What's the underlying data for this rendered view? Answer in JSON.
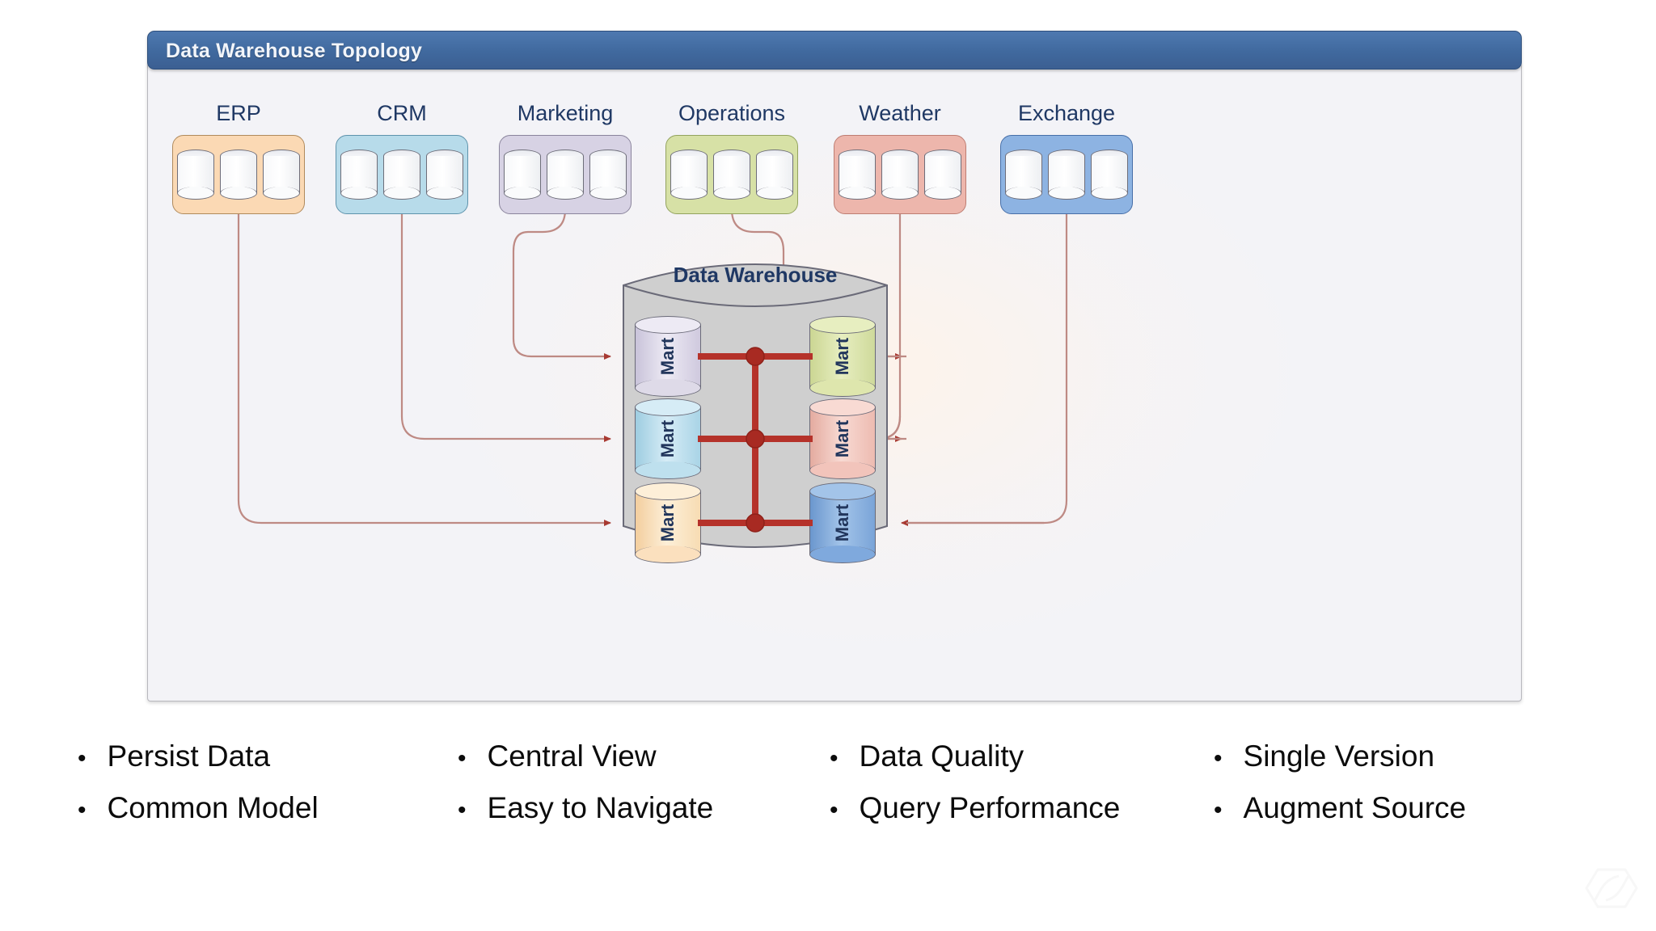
{
  "panel": {
    "title": "Data Warehouse Topology"
  },
  "sources": [
    {
      "label": "ERP",
      "fill": "#FBD9B4",
      "border": "#B08A5C",
      "target": "mart-bottom-left"
    },
    {
      "label": "CRM",
      "fill": "#B7DBEA",
      "border": "#5E93AC",
      "target": "mart-middle-left"
    },
    {
      "label": "Marketing",
      "fill": "#D7D2E4",
      "border": "#8A849C",
      "target": "mart-top-left"
    },
    {
      "label": "Operations",
      "fill": "#D7E1A6",
      "border": "#93A35E",
      "target": "mart-top-right"
    },
    {
      "label": "Weather",
      "fill": "#EDB6AC",
      "border": "#BE7D72",
      "target": "mart-middle-right"
    },
    {
      "label": "Exchange",
      "fill": "#8DB3E2",
      "border": "#476FA8",
      "target": "mart-bottom-right"
    }
  ],
  "warehouse": {
    "title": "Data Warehouse",
    "fill": "#CFCFCF",
    "border": "#6A6A78",
    "marts": [
      {
        "id": "mart-top-left",
        "label": "Mart",
        "fill": "#DEDAE8",
        "shade": "#C9C3DA"
      },
      {
        "id": "mart-top-right",
        "label": "Mart",
        "fill": "#DEE6AD",
        "shade": "#CBD693"
      },
      {
        "id": "mart-middle-left",
        "label": "Mart",
        "fill": "#BEE0EE",
        "shade": "#9ECDE1"
      },
      {
        "id": "mart-middle-right",
        "label": "Mart",
        "fill": "#F2C4BB",
        "shade": "#E4ABA0"
      },
      {
        "id": "mart-bottom-left",
        "label": "Mart",
        "fill": "#FBE0BE",
        "shade": "#F3CE9E"
      },
      {
        "id": "mart-bottom-right",
        "label": "Mart",
        "fill": "#7FA9DD",
        "shade": "#6B97CE"
      }
    ],
    "hub_color": "#B5322A",
    "connector_color": "#B8736C"
  },
  "bullets": {
    "columns": [
      {
        "items": [
          "Persist Data",
          "Common Model"
        ]
      },
      {
        "items": [
          "Central View",
          "Easy to Navigate"
        ]
      },
      {
        "items": [
          "Data Quality",
          "Query Performance"
        ]
      },
      {
        "items": [
          "Single Version",
          "Augment Source"
        ]
      }
    ],
    "marker": "•"
  },
  "icons": {
    "database_cylinder": "database-cylinder-icon",
    "watermark": "watermark-logo-icon"
  }
}
